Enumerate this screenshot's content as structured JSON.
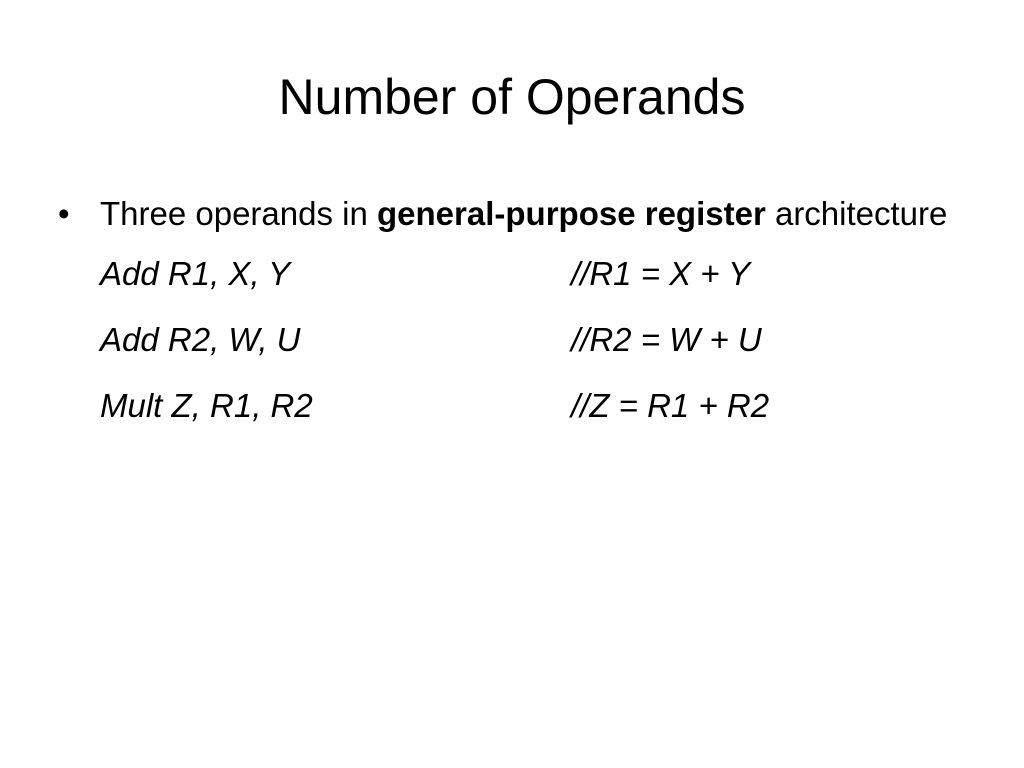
{
  "slide": {
    "title": "Number of Operands",
    "bullet": {
      "marker": "•",
      "text_before": "Three operands in ",
      "bold_text": "general-purpose register",
      "text_after": " architecture"
    },
    "code_lines": [
      {
        "instruction": "Add R1, X, Y",
        "comment": "//R1 = X + Y"
      },
      {
        "instruction": "Add R2, W, U",
        "comment": "//R2 = W + U"
      },
      {
        "instruction": "Mult Z, R1, R2",
        "comment": "//Z = R1 + R2"
      }
    ]
  }
}
